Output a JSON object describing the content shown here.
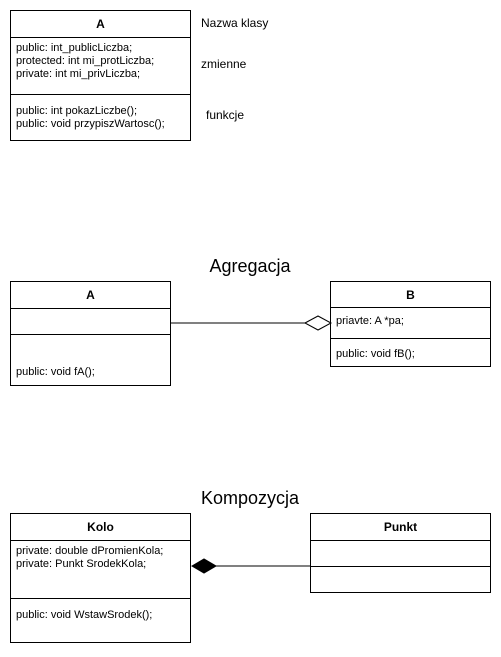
{
  "class_diagram": {
    "class_name": "A",
    "attributes": [
      "public: int_publicLiczba;",
      "protected: int mi_protLiczba;",
      "private: int mi_privLiczba;"
    ],
    "methods": [
      "public: int pokazLiczbe();",
      "public: void przypiszWartosc();"
    ],
    "notes": {
      "class_name": "Nazwa klasy",
      "attributes": "zmienne",
      "methods": "funkcje"
    }
  },
  "aggregation": {
    "title": "Agregacja",
    "class_a": {
      "name": "A",
      "attributes": [],
      "methods": [
        "public: void fA();"
      ]
    },
    "class_b": {
      "name": "B",
      "attributes": [
        "priavte: A *pa;"
      ],
      "methods": [
        "public: void fB();"
      ]
    },
    "line_color": "#000000",
    "diamond_fill": "#ffffff"
  },
  "composition": {
    "title": "Kompozycja",
    "class_kolo": {
      "name": "Kolo",
      "attributes": [
        "private: double dPromienKola;",
        "private: Punkt SrodekKola;"
      ],
      "methods": [
        "public: void WstawSrodek();"
      ]
    },
    "class_punkt": {
      "name": "Punkt",
      "attributes": [],
      "methods": []
    },
    "line_color": "#000000",
    "diamond_fill": "#000000"
  }
}
